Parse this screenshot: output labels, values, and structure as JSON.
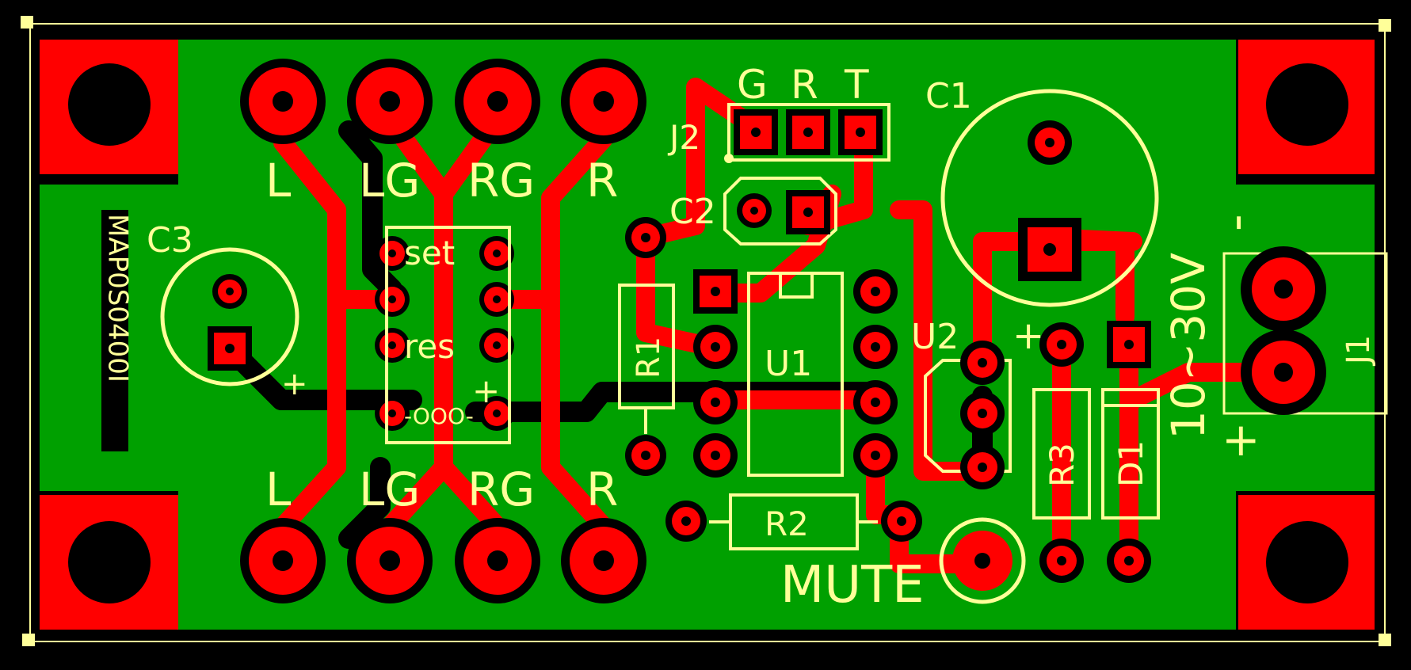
{
  "colors": {
    "background": "#000000",
    "board": "#00A000",
    "copper_top": "#FF0000",
    "copper_bottom": "#000000",
    "silkscreen": "#FFFF99"
  },
  "labels": {
    "board_id": "MAP0S0400I",
    "header_top": {
      "l": "L",
      "lg": "LG",
      "rg": "RG",
      "r": "R"
    },
    "header_bottom": {
      "l": "L",
      "lg": "LG",
      "rg": "RG",
      "r": "R"
    },
    "switch_set": "set",
    "switch_res": "res",
    "switch_plus": "+",
    "switch_coil": "-OOO-",
    "c3": "C3",
    "c3_plus": "+",
    "j2": "J2",
    "j2_pins": {
      "g": "G",
      "r": "R",
      "t": "T"
    },
    "c1": "C1",
    "c2": "C2",
    "u1": "U1",
    "u2": "U2",
    "u2_plus": "+",
    "r1": "R1",
    "r2": "R2",
    "r3": "R3",
    "d1": "D1",
    "j1": "J1",
    "voltage": "10~30V",
    "polarity_minus": "-",
    "polarity_plus": "+",
    "mute": "MUTE"
  }
}
